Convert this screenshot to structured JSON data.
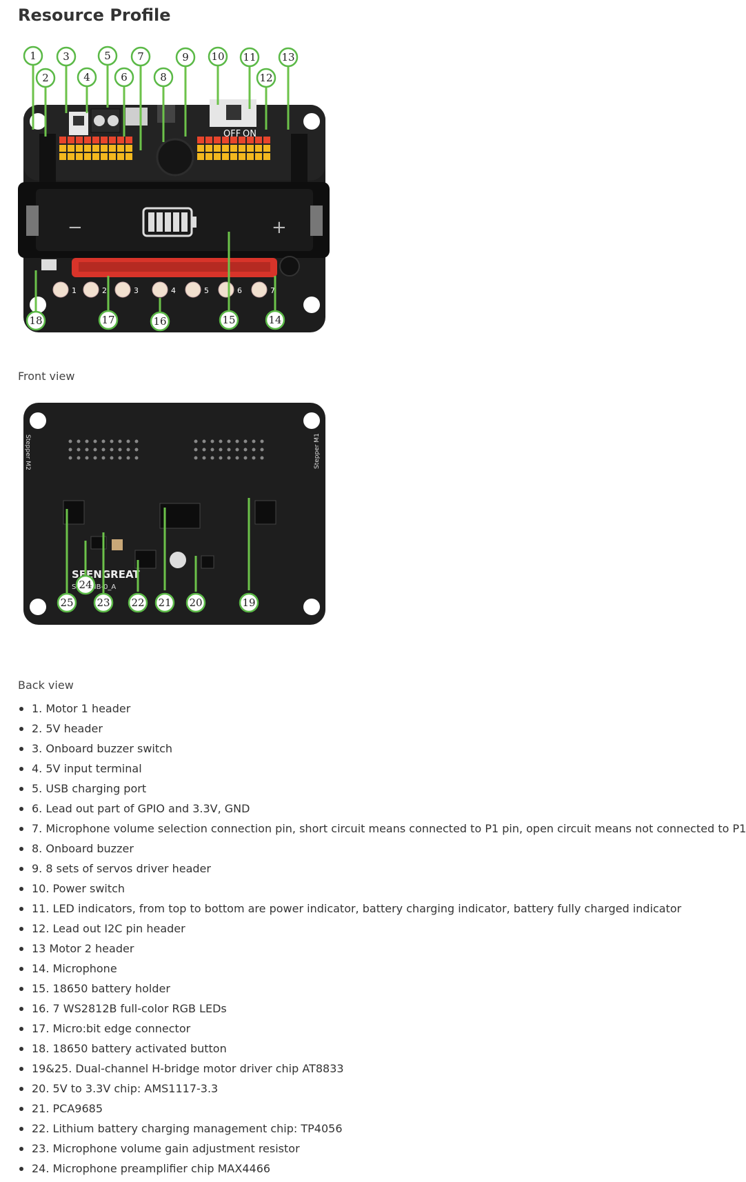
{
  "title": "Resource Profile",
  "front_caption": "Front view",
  "back_caption": "Back view",
  "front_labels": [
    "1",
    "2",
    "3",
    "4",
    "5",
    "6",
    "7",
    "8",
    "9",
    "10",
    "11",
    "12",
    "13",
    "14",
    "15",
    "16",
    "17",
    "18"
  ],
  "back_labels": [
    "19",
    "20",
    "21",
    "22",
    "23",
    "24",
    "25"
  ],
  "board_text": {
    "brand": "SEENGREAT",
    "model": "SG-EMIB-0_A",
    "on": "ON",
    "off": "OFF",
    "minus": "−",
    "plus": "+",
    "stepper1": "Stepper M1",
    "stepper2": "Stepper M2",
    "led_numbers": [
      "1",
      "2",
      "3",
      "4",
      "5",
      "6",
      "7"
    ]
  },
  "items": [
    "1. Motor 1 header",
    "2. 5V header",
    "3. Onboard buzzer switch",
    "4. 5V input terminal",
    "5. USB charging port",
    "6. Lead out part of GPIO and 3.3V, GND",
    "7. Microphone volume selection connection pin, short circuit means connected to P1 pin, open circuit means not connected to P1",
    "8. Onboard buzzer",
    "9. 8 sets of servos driver header",
    "10. Power switch",
    "11. LED indicators, from top to bottom are power indicator, battery charging indicator, battery fully charged indicator",
    "12. Lead out I2C pin header",
    "13 Motor 2 header",
    "14. Microphone",
    "15. 18650 battery holder",
    "16. 7 WS2812B full-color RGB LEDs",
    "17. Micro:bit edge connector",
    "18. 18650 battery activated button",
    "19&25. Dual-channel H-bridge motor driver chip AT8833",
    "20. 5V to 3.3V chip: AMS1117-3.3",
    "21. PCA9685",
    "22. Lithium battery charging management chip: TP4056",
    "23. Microphone volume gain adjustment resistor",
    "24. Microphone preamplifier chip MAX4466"
  ],
  "colors": {
    "leader": "#6cc24a",
    "board": "#1c1c1c",
    "pin_red": "#e8452c",
    "pin_yellow": "#f3b81e",
    "connector": "#d8342a"
  }
}
